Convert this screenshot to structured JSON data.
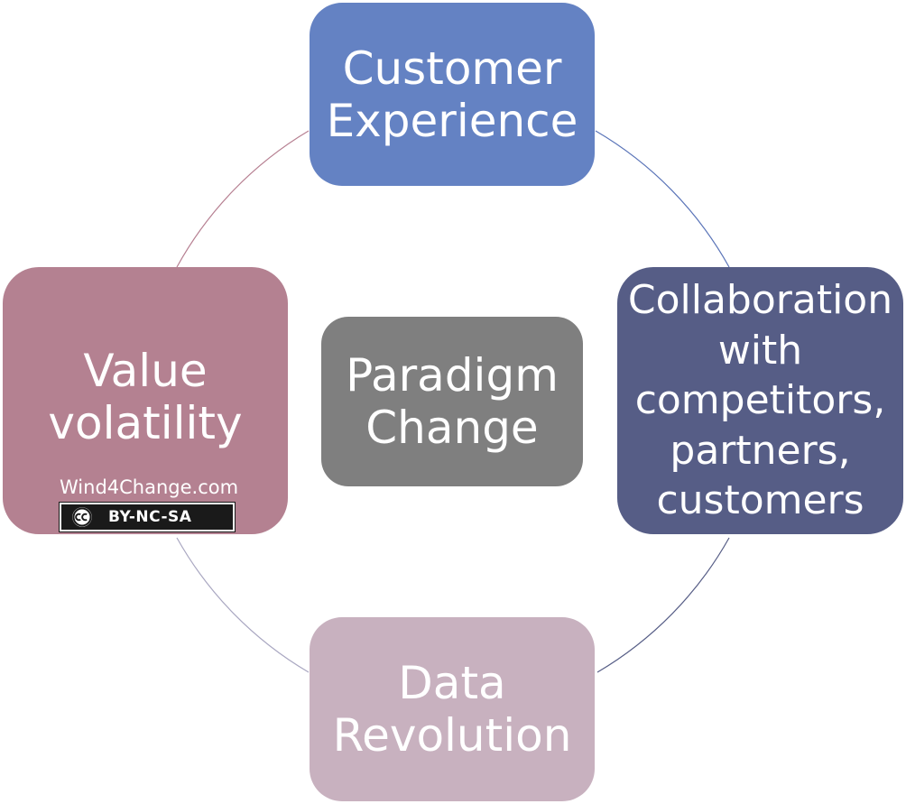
{
  "diagram": {
    "center": {
      "label": "Paradigm\nChange"
    },
    "nodes": [
      {
        "id": "customer-experience",
        "label": "Customer\nExperience",
        "color": "#6482c3"
      },
      {
        "id": "collaboration",
        "label": "Collaboration\nwith\ncompetitors,\npartners,\ncustomers",
        "color": "#565d86"
      },
      {
        "id": "data-revolution",
        "label": "Data\nRevolution",
        "color": "#c8b1bf"
      },
      {
        "id": "value-volatility",
        "label": "Value\nvolatility",
        "color": "#b48191"
      }
    ],
    "center_color": "#7f7f7f"
  },
  "watermark": {
    "site": "Wind4Change.com",
    "license": "BY-NC-SA",
    "license_icon": "creative-commons-icon"
  }
}
